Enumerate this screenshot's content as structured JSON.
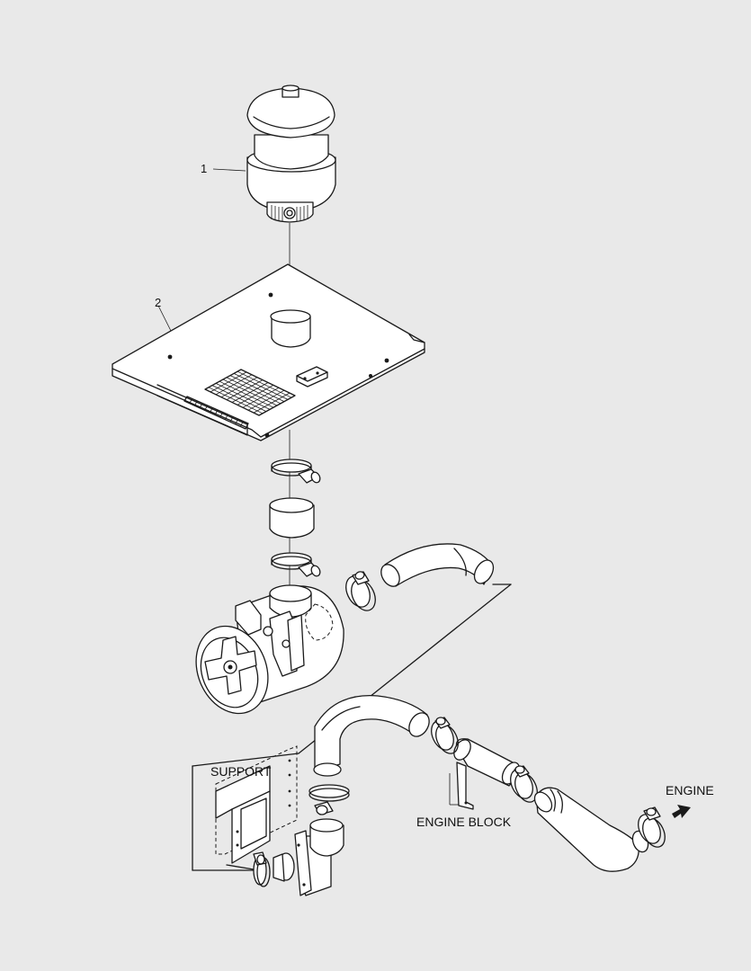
{
  "callouts": {
    "item_1": "1",
    "item_2": "2"
  },
  "labels": {
    "support": "SUPPORT",
    "engine_block": "ENGINE BLOCK",
    "engine": "ENGINE"
  },
  "colors": {
    "background": "#e9e9e9",
    "line": "#1a1a1a",
    "fill": "#ffffff"
  }
}
